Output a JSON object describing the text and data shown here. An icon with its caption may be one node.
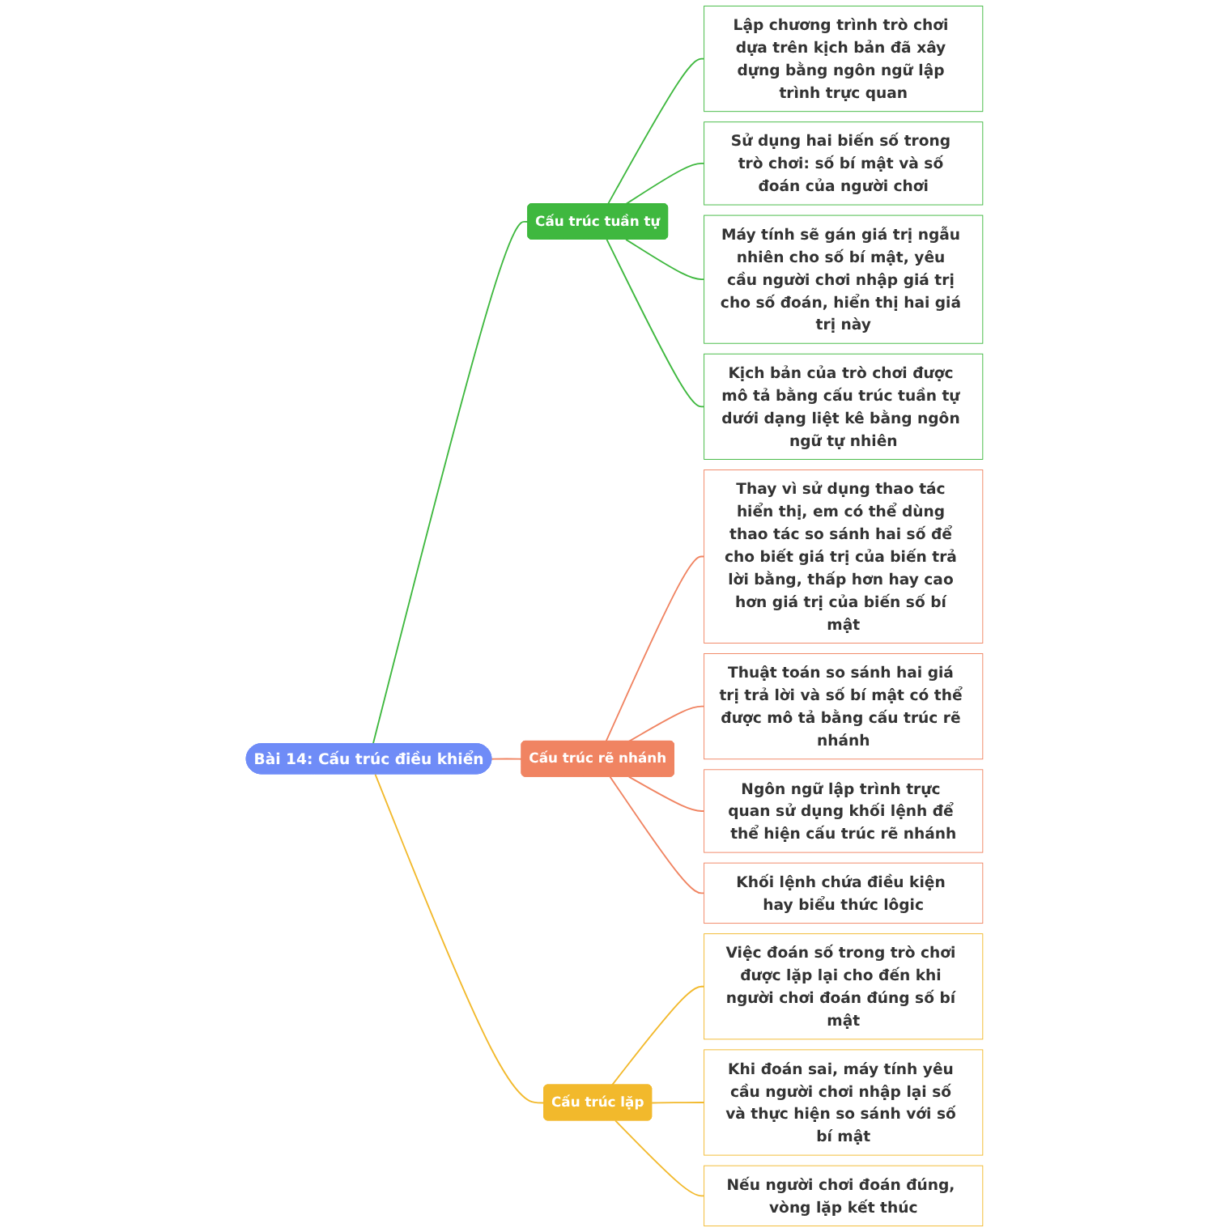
{
  "diagram": {
    "nodes": [
      {
        "text": [
          "Bài 14: Cấu trúc điều khiển"
        ]
      },
      {
        "text": [
          "Cấu trúc tuần tự"
        ]
      },
      {
        "text": [
          "Lập chương trình trò chơi dựa trên kịch bản đã xây dựng bằng ngôn ngữ lập trình trực quan"
        ]
      },
      {
        "text": [
          "Sử dụng hai biến số trong trò chơi: số bí mật và số đoán của người chơi"
        ]
      },
      {
        "text": [
          "Máy tính sẽ gán giá trị ngẫu nhiên cho số bí mật, yêu cầu người chơi nhập giá trị cho số đoán, hiển thị hai giá trị này"
        ]
      },
      {
        "text": [
          "Kịch bản của trò chơi được mô tả bằng cấu trúc tuần tự dưới dạng liệt kê bằng ngôn ngữ tự nhiên"
        ]
      },
      {
        "text": [
          "Cấu trúc rẽ nhánh"
        ]
      },
      {
        "text": [
          "Thay vì sử dụng thao tác hiển thị, em có thể dùng thao tác so sánh hai số để cho biết giá trị của biến trả lời bằng, thấp hơn hay cao hơn giá trị của biến số bí mật"
        ]
      },
      {
        "text": [
          "Thuật toán so sánh hai giá trị trả lời và số bí mật có thể được mô tả bằng cấu trúc rẽ nhánh"
        ]
      },
      {
        "text": [
          "Ngôn ngữ lập trình trực quan sử dụng khối lệnh để thể hiện cấu trúc rẽ nhánh"
        ]
      },
      {
        "text": [
          "Khối lệnh chứa điều kiện hay biểu thức lôgic"
        ]
      },
      {
        "text": [
          "Cấu trúc lặp"
        ]
      },
      {
        "text": [
          "Việc đoán số trong trò chơi được lặp lại cho đến khi người chơi đoán đúng số bí mật"
        ]
      },
      {
        "text": [
          "Khi đoán sai, máy tính yêu cầu người chơi nhập lại số và thực hiện so sánh với số bí mật"
        ]
      },
      {
        "text": [
          "Nếu người chơi đoán đúng, vòng lặp kết thúc"
        ]
      }
    ],
    "edges": [
      {
        "from": 0,
        "to": 1,
        "arrow": "none",
        "color": "#3fb83f"
      },
      {
        "from": 1,
        "to": 2,
        "arrow": "none",
        "color": "#3fb83f"
      },
      {
        "from": 1,
        "to": 3,
        "arrow": "none",
        "color": "#3fb83f"
      },
      {
        "from": 1,
        "to": 4,
        "arrow": "none",
        "color": "#3fb83f"
      },
      {
        "from": 1,
        "to": 5,
        "arrow": "none",
        "color": "#3fb83f"
      },
      {
        "from": 0,
        "to": 6,
        "arrow": "none",
        "color": "#f08462"
      },
      {
        "from": 6,
        "to": 7,
        "arrow": "none",
        "color": "#f08462"
      },
      {
        "from": 6,
        "to": 8,
        "arrow": "none",
        "color": "#f08462"
      },
      {
        "from": 6,
        "to": 9,
        "arrow": "none",
        "color": "#f08462"
      },
      {
        "from": 6,
        "to": 10,
        "arrow": "none",
        "color": "#f08462"
      },
      {
        "from": 0,
        "to": 11,
        "arrow": "none",
        "color": "#f2b92c"
      },
      {
        "from": 11,
        "to": 12,
        "arrow": "none",
        "color": "#f2b92c"
      },
      {
        "from": 11,
        "to": 13,
        "arrow": "none",
        "color": "#f2b92c"
      },
      {
        "from": 11,
        "to": 14,
        "arrow": "none",
        "color": "#f2b92c"
      }
    ]
  }
}
